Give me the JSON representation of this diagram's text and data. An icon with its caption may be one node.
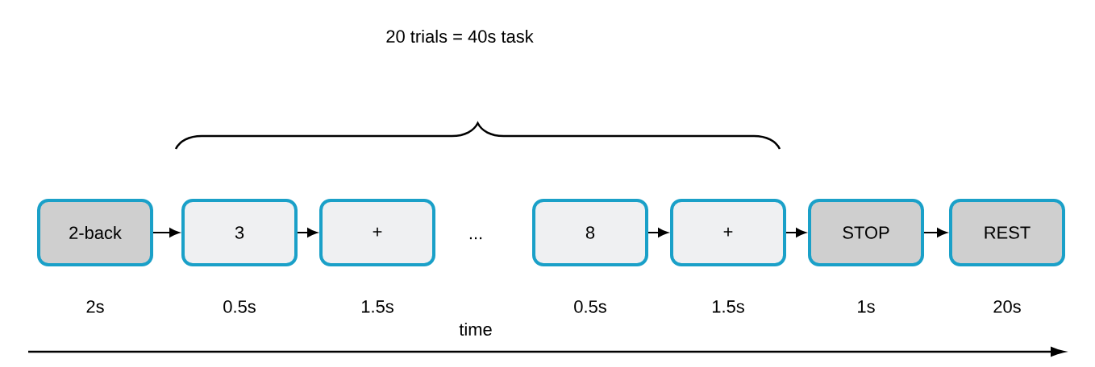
{
  "diagram": {
    "nodes": [
      {
        "text": [
          "2-back"
        ],
        "beside": [
          "2s"
        ]
      },
      {
        "text": [
          "3"
        ],
        "beside": [
          "0.5s"
        ]
      },
      {
        "text": [
          "+"
        ],
        "beside": [
          "1.5s"
        ]
      },
      {
        "text": [
          "8"
        ],
        "beside": [
          "0.5s"
        ]
      },
      {
        "text": [
          "+"
        ],
        "beside": [
          "1.5s"
        ]
      },
      {
        "text": [
          "STOP"
        ],
        "beside": [
          "1s"
        ]
      },
      {
        "text": [
          "REST"
        ],
        "beside": [
          "20s"
        ]
      }
    ],
    "edges": [
      {
        "from": 0,
        "to": 1,
        "arrow": "to"
      },
      {
        "from": 1,
        "to": 2,
        "arrow": "to"
      },
      {
        "from": 3,
        "to": 4,
        "arrow": "to"
      },
      {
        "from": 4,
        "to": 5,
        "arrow": "to"
      },
      {
        "from": 5,
        "to": 6,
        "arrow": "to"
      }
    ],
    "labels": [
      "20 trials = 40s task",
      "...",
      "time"
    ]
  }
}
